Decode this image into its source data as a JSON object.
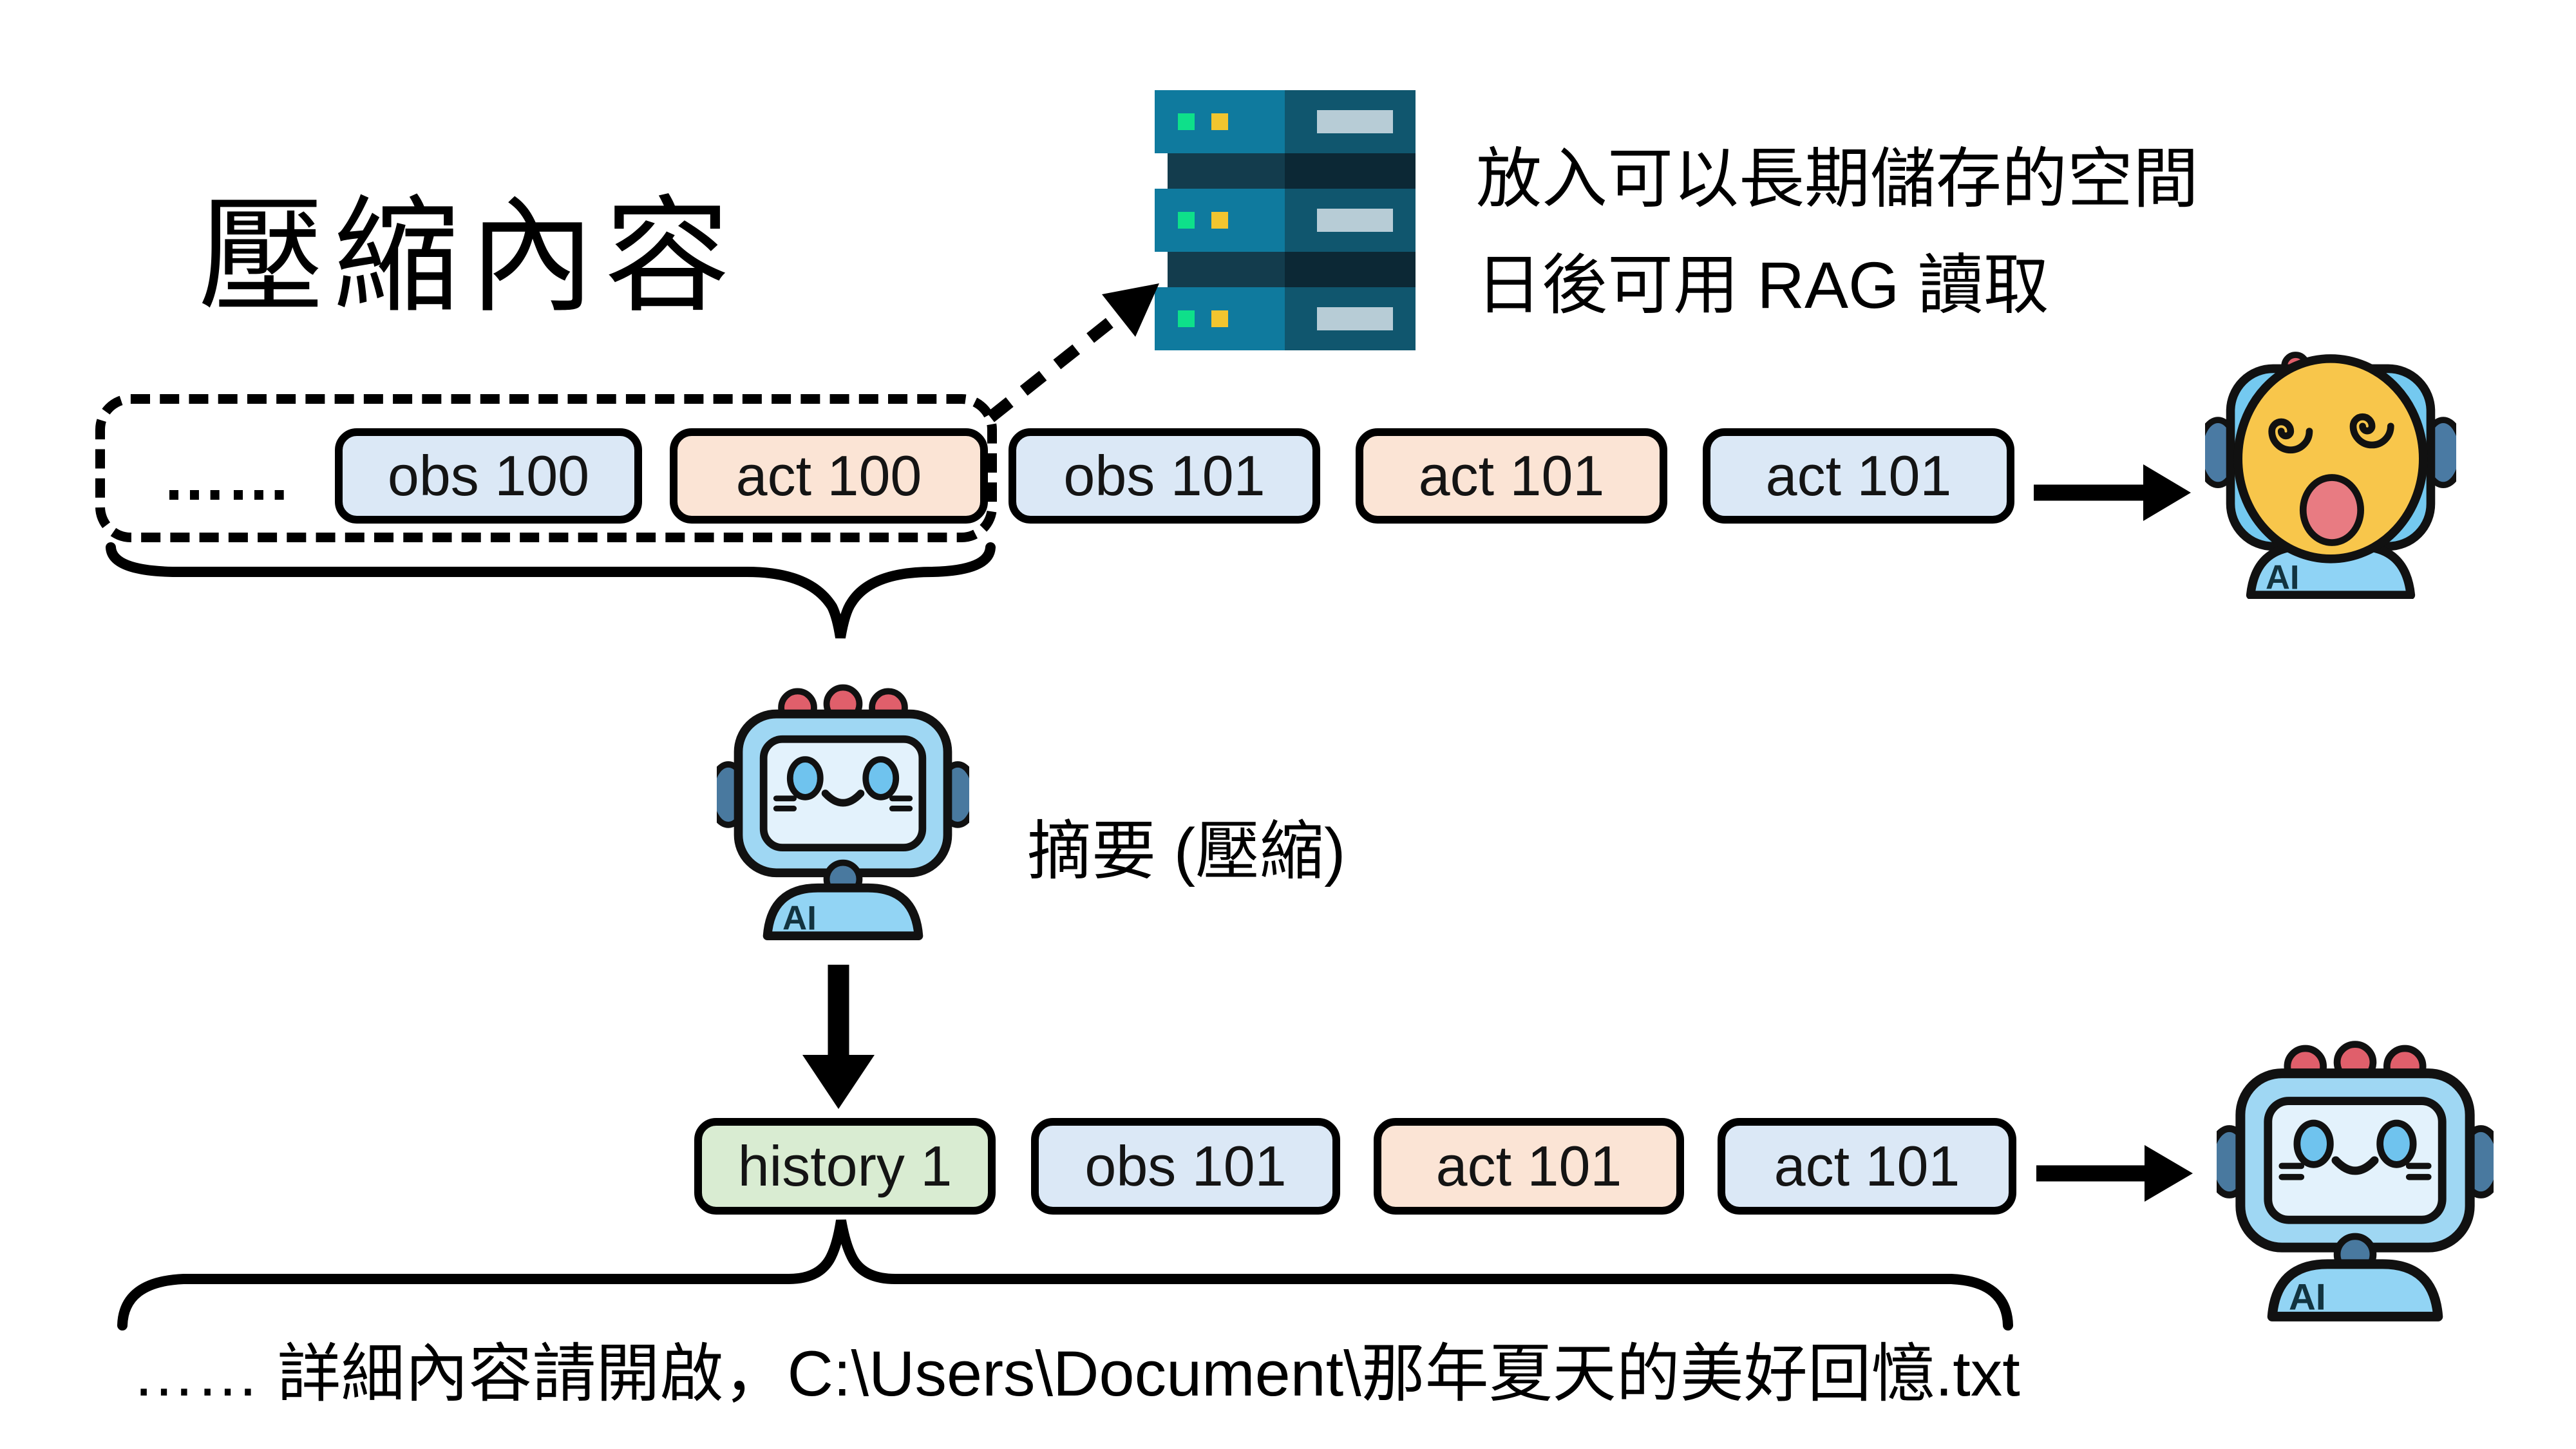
{
  "title": "壓縮內容",
  "archive_note": {
    "line1": "放入可以長期儲存的空間",
    "line2": "日後可用 RAG 讀取"
  },
  "top_row": {
    "ellipsis": "……",
    "tokens": [
      {
        "label": "obs 100",
        "kind": "obs"
      },
      {
        "label": "act 100",
        "kind": "act"
      },
      {
        "label": "obs 101",
        "kind": "obs"
      },
      {
        "label": "act 101",
        "kind": "act"
      },
      {
        "label": "act 101",
        "kind": "obs"
      }
    ]
  },
  "summary_label": "摘要 (壓縮)",
  "bottom_row": {
    "tokens": [
      {
        "label": "history 1",
        "kind": "history"
      },
      {
        "label": "obs 101",
        "kind": "obs"
      },
      {
        "label": "act 101",
        "kind": "act"
      },
      {
        "label": "act 101",
        "kind": "obs"
      }
    ],
    "note": "…… 詳細內容請開啟，C:\\Users\\Document\\那年夏天的美好回憶.txt"
  },
  "robots": {
    "ai_label": "AI"
  },
  "icons": {
    "server": "database-server-icon",
    "dashed_arrow": "dashed-arrow-icon",
    "arrow_right_top": "arrow-right-icon",
    "arrow_right_bottom": "arrow-right-icon",
    "arrow_down": "arrow-down-icon",
    "brace_top": "curly-brace-down",
    "brace_bottom": "curly-brace-up",
    "robot_dizzy": "dizzy-ai-robot-icon",
    "robot_summarizer": "ai-robot-icon",
    "robot_refreshed": "ai-robot-icon"
  },
  "colors": {
    "obs_fill": "#dbe8f6",
    "act_fill": "#fbe4d5",
    "history_fill": "#d9ecd2",
    "server_teal": "#0f7a9e",
    "server_dark": "#10566e",
    "server_sep": "#0c2835",
    "led_green": "#0ee08a",
    "led_yellow": "#f2c52f",
    "robot_blue": "#9fd7f3",
    "robot_dark_blue": "#49799f",
    "dizzy_face_yellow": "#f8c64b",
    "dizzy_mouth_red": "#e87b82",
    "antenna_red": "#e05f6b"
  }
}
